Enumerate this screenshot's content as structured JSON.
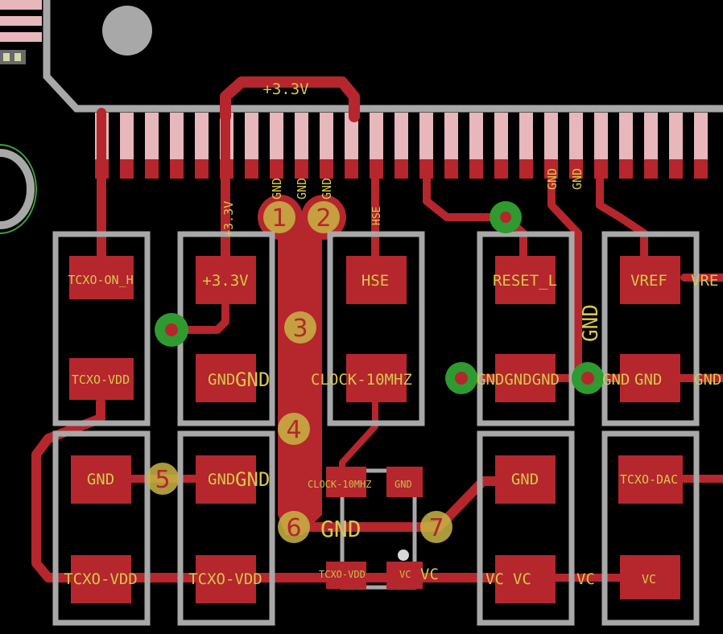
{
  "colors": {
    "background": "#000000",
    "copper": "#b5262d",
    "outline": "#a8a8a8",
    "via_ring": "#2f9a2f",
    "label": "#d6c84a",
    "marker": "#c9b544"
  },
  "labels": {
    "rail_33_top": "+3.3V",
    "pin_gnd_a": "GND",
    "pin_gnd_b": "GND",
    "pin_gnd_c": "GND",
    "pin_33_v": "+3.3V",
    "pin_hse": "HSE",
    "pin_gnd_d": "GND",
    "pin_gnd_e": "GND"
  },
  "markers": [
    "1",
    "2",
    "3",
    "4",
    "5",
    "6",
    "7"
  ],
  "pads": {
    "tcxo_on_h": "TCXO-ON_H",
    "p33": "+3.3V",
    "hse": "HSE",
    "reset_l": "RESET_L",
    "vref": "VREF",
    "vref_cut": "VRE",
    "tcxo_vdd_a": "TCXO-VDD",
    "gnd_mid": "GND",
    "gnd_mid2": "GND",
    "clock_10mhz": "CLOCK-10MHZ",
    "gndgndgnd": "GNDGNDGND",
    "gnd_r1": "GND",
    "gnd_r2": "GND",
    "gnd_r3": "GND",
    "gnd_l": "GND",
    "gnd_m": "GND",
    "gnd_m2": "GND",
    "gnd_7": "GND",
    "tcxo_dac": "TCXO-DAC",
    "gnd_6": "GND",
    "gnd_vert": "GND",
    "small_clock": "CLOCK-10MHZ",
    "small_gnd": "GND",
    "small_tcxo_vdd": "TCXO-VDD",
    "small_vc": "VC",
    "vc_a": "VC",
    "vc_b": "VC",
    "vc_c": "VC",
    "vc_d": "VC",
    "vc_e": "VC",
    "tcxo_vdd_b": "TCXO-VDD",
    "tcxo_vdd_c": "TCXO-VDD"
  }
}
